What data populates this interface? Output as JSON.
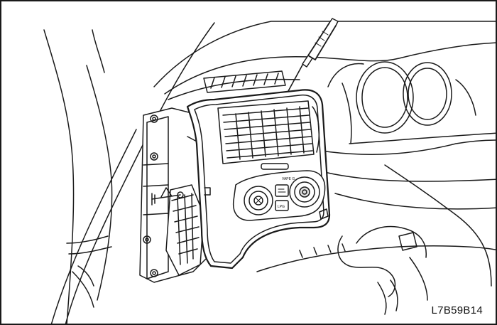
{
  "figure": {
    "code": "L7B59B14"
  },
  "panel_labels": {
    "vape": "VAPE G",
    "lpg": "LPG"
  },
  "colors": {
    "line": "#1a1a1a",
    "fill": "#ffffff",
    "background": "#ffffff"
  },
  "icons": {
    "tool": "screwdriver-icon",
    "control_knob_left": "fan-knob-icon",
    "control_knob_right": "temperature-knob-icon"
  }
}
